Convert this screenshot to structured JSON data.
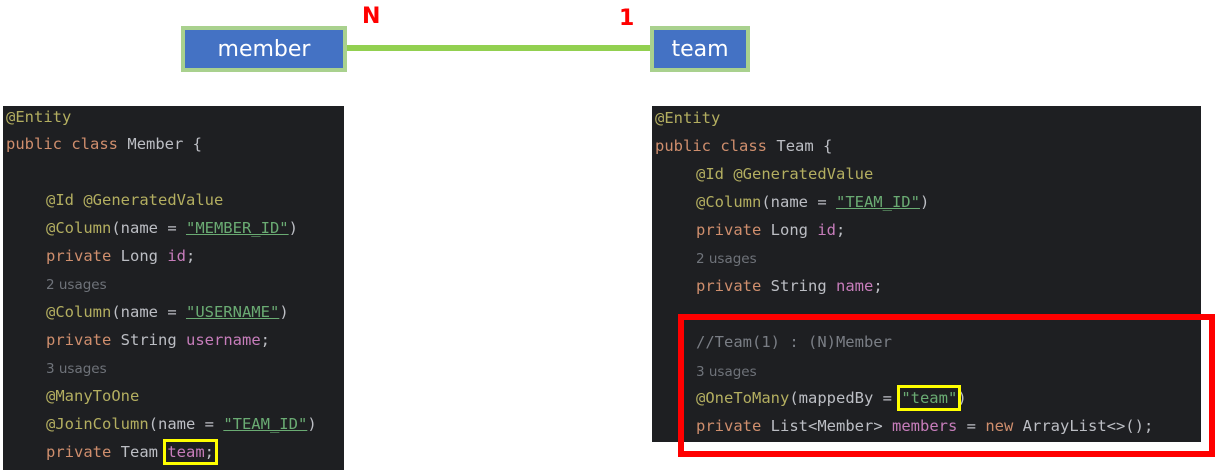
{
  "diagram": {
    "member_label": "member",
    "team_label": "team",
    "member_cardinality": "N",
    "team_cardinality": "1"
  },
  "colors": {
    "entity_fill": "#4472c4",
    "entity_border": "#a9d18e",
    "relation_line": "#92d050",
    "cardinality": "#ff0000",
    "code_background": "#1e1f22",
    "highlight_yellow": "#ffff00",
    "highlight_red": "#ff0000"
  },
  "left_code": {
    "l1": "@Entity",
    "l2_kw1": "public",
    "l2_kw2": "class",
    "l2_name": "Member {",
    "l3_a": "@Id",
    "l3_b": "@GeneratedValue",
    "l4_ann": "@Column",
    "l4_mid": "(name = ",
    "l4_str": "\"MEMBER_ID\"",
    "l4_end": ")",
    "l5_kw": "private",
    "l5_type": "Long",
    "l5_field": "id",
    "l5_end": ";",
    "l6_usage": "2 usages",
    "l7_ann": "@Column",
    "l7_mid": "(name = ",
    "l7_str": "\"USERNAME\"",
    "l7_end": ")",
    "l8_kw": "private",
    "l8_type": "String",
    "l8_field": "username",
    "l8_end": ";",
    "l9_usage": "3 usages",
    "l10_ann": "@ManyToOne",
    "l11_ann": "@JoinColumn",
    "l11_mid": "(name = ",
    "l11_str": "\"TEAM_ID\"",
    "l11_end": ")",
    "l12_kw": "private",
    "l12_type": "Team",
    "l12_field": "team",
    "l12_end": ";"
  },
  "right_code": {
    "l1": "@Entity",
    "l2_kw1": "public",
    "l2_kw2": "class",
    "l2_name": "Team {",
    "l3_a": "@Id",
    "l3_b": "@GeneratedValue",
    "l4_ann": "@Column",
    "l4_mid": "(name = ",
    "l4_str": "\"TEAM_ID\"",
    "l4_end": ")",
    "l5_kw": "private",
    "l5_type": "Long",
    "l5_field": "id",
    "l5_end": ";",
    "l6_usage": "2 usages",
    "l7_kw": "private",
    "l7_type": "String",
    "l7_field": "name",
    "l7_end": ";",
    "l8_comment": "//Team(1) : (N)Member",
    "l9_usage": "3 usages",
    "l10_ann": "@OneToMany",
    "l10_mid": "(mappedBy = ",
    "l10_str": "\"team\"",
    "l10_end": ")",
    "l11_kw": "private",
    "l11_type": "List<Member>",
    "l11_field": "members",
    "l11_eq": " = ",
    "l11_new": "new",
    "l11_rest": " ArrayList<>();"
  }
}
